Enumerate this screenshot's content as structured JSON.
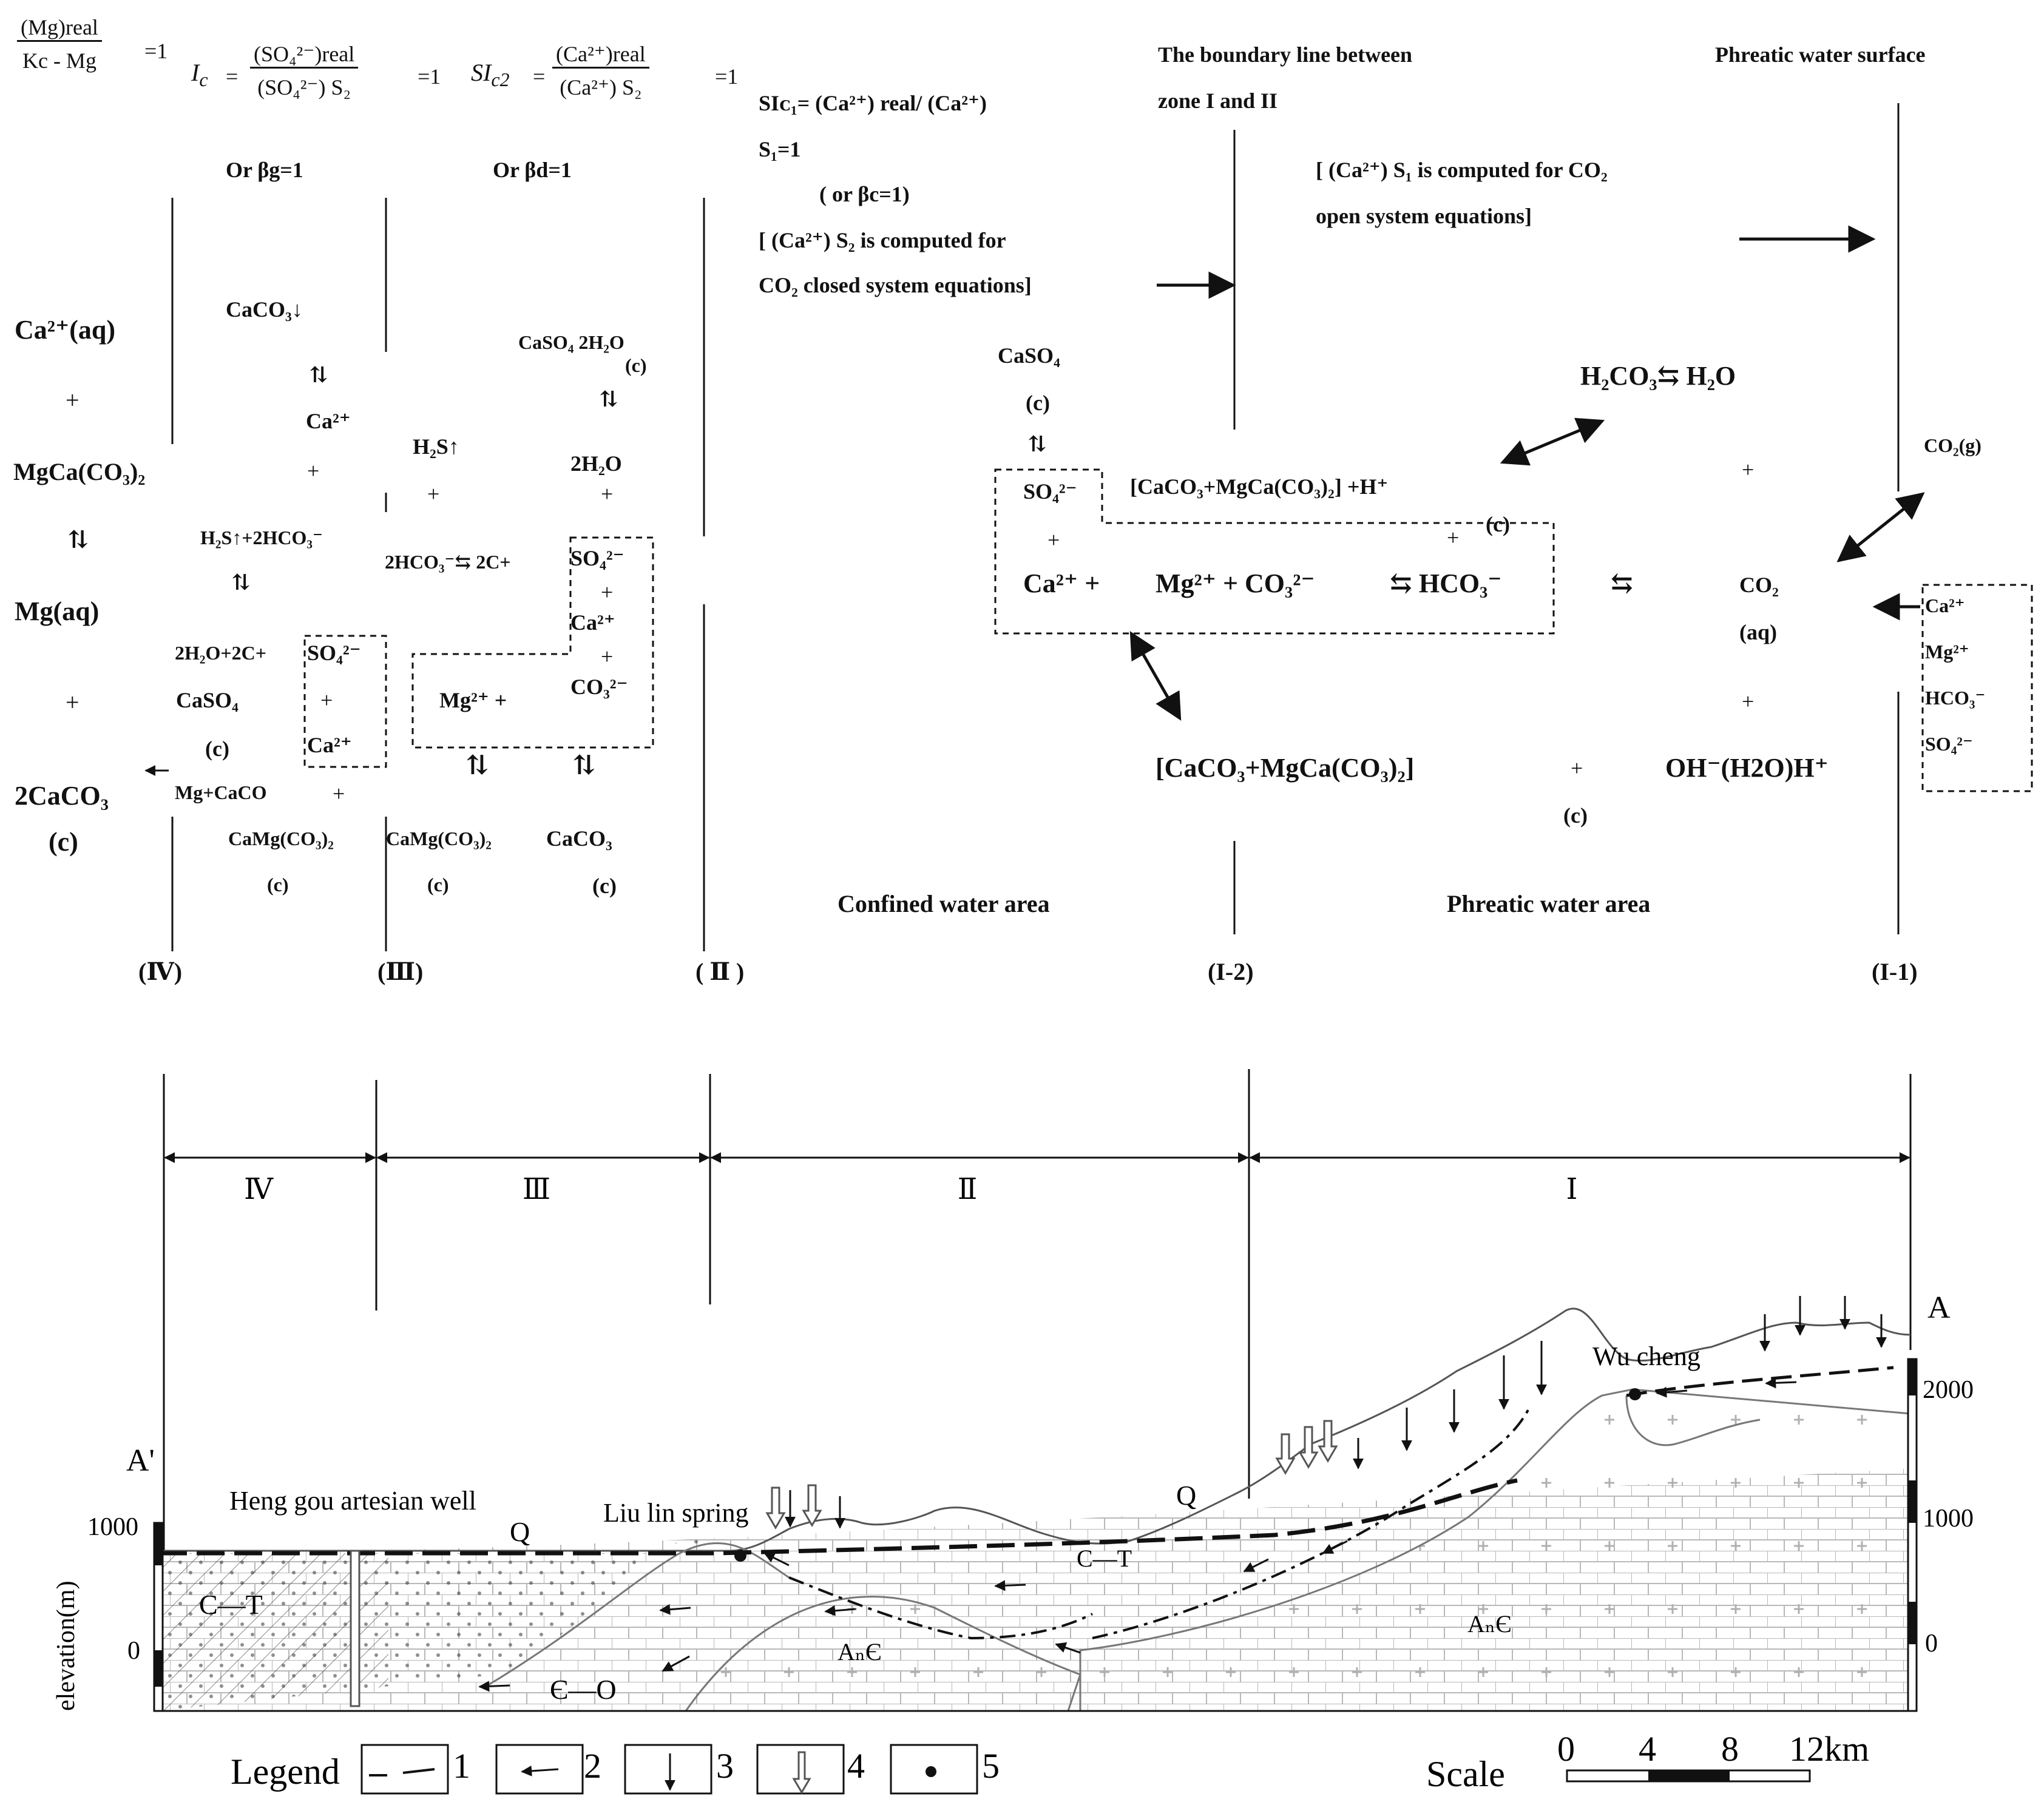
{
  "top": {
    "eq1_num": "(Mg)real",
    "eq1_den": "Kc - Mg",
    "eq1_eq": "=1",
    "eq2_lhs": "I",
    "eq2_lhs_sub": "c",
    "eq2_num": "(SO₄²⁻)real",
    "eq2_den": "(SO₄²⁻) S₂",
    "eq2_eq": "=1",
    "eq3_lhs": "SI",
    "eq3_lhs_sub": "c2",
    "eq3_num": "(Ca²⁺)real",
    "eq3_den": "(Ca²⁺) S₂",
    "eq3_eq": "=1",
    "eq_assign": "=",
    "sic1_line1": "SIᴄ₁= (Ca²⁺) real/ (Ca²⁺)",
    "sic1_line2": "S₁=1",
    "sic1_line3": "( or βc=1)",
    "sic1_line4": "[ (Ca²⁺) S₂ is computed for",
    "sic1_line5": "CO₂ closed system equations]",
    "boundary_line1": "The boundary line between",
    "boundary_line2": "zone I and II",
    "s1_line1": "[ (Ca²⁺) S₁ is computed for CO₂",
    "s1_line2": "open system equations]",
    "phreatic_surface": "Phreatic water surface",
    "or_bg": "Or βg=1",
    "or_bd": "Or βd=1",
    "zone4": {
      "ca_aq": "Ca²⁺(aq)",
      "plus1": "+",
      "mgca": "MgCa(CO₃)₂",
      "arrows1": "⇅",
      "mg_aq": "Mg(aq)",
      "plus2": "+",
      "caco3_2": "2CaCO₃",
      "c": "(c)"
    },
    "zone4b": {
      "caco3_down": "CaCO₃↓",
      "arrows1": "⇅",
      "ca2": "Ca²⁺",
      "plus1": "+",
      "h2s_hco3": "H₂S↑+2HCO₃⁻",
      "arrows2": "⇅",
      "h2o_c": "2H₂O+2C+",
      "so4": "SO₄²⁻",
      "caso4": "CaSO₄",
      "plus2": "+",
      "c1": "(c)",
      "ca2b": "Ca²⁺",
      "mg_caco": "Mg+CaCO",
      "plus3": "+",
      "camg": "CaMg(CO₃)₂",
      "c2": "(c)"
    },
    "zone3": {
      "h2s": "H₂S↑",
      "plus1": "+",
      "hco3": "2HCO₃⁻⇆ 2C+",
      "mg2": "Mg²⁺ +",
      "arrows": "⇅",
      "camg": "CaMg(CO₃)₂",
      "c": "(c)"
    },
    "zone3b": {
      "caso4_2h2o": "CaSO₄ 2H₂O",
      "c_small": "(c)",
      "arrows1": "⇅",
      "h2o2": "2H₂O",
      "plus1": "+",
      "so4": "SO₄²⁻",
      "plus2": "+",
      "ca2": "Ca²⁺",
      "plus3": "+",
      "co3": "CO₃²⁻",
      "arrows2": "⇅",
      "caco3": "CaCO₃",
      "c": "(c)"
    },
    "zone12": {
      "caso4": "CaSO₄",
      "c1": "(c)",
      "arrows": "⇅",
      "so4": "SO₄²⁻",
      "plus1": "+",
      "ca_line": "Ca²⁺ +",
      "mg_line": "Mg²⁺ + CO₃²⁻",
      "hco3": "⇆ HCO₃⁻",
      "caco3_h": "[CaCO₃+MgCa(CO₃)₂] +H⁺",
      "plus2": "+",
      "c2": "(c)",
      "h2co3": "H₂CO₃⇆ H₂O",
      "plus3": "+",
      "eq_arrows": "⇆",
      "co2": "CO₂",
      "aq": "(aq)",
      "plus4": "+",
      "co2g": "CO₂(g)",
      "caco3_c": "[CaCO₃+MgCa(CO₃)₂]",
      "plus5": "+",
      "c3": "(c)",
      "oh": "OH⁻(H2O)H⁺",
      "ions": [
        "Ca²⁺",
        "Mg²⁺",
        "HCO₃⁻",
        "SO₄²⁻"
      ]
    },
    "confined_area": "Confined water area",
    "phreatic_area": "Phreatic water area",
    "zone_labels": [
      "(Ⅳ)",
      "(Ⅲ)",
      "( Ⅱ )",
      "(I-2)",
      "(I-1)"
    ]
  },
  "section": {
    "zones": [
      "Ⅳ",
      "Ⅲ",
      "Ⅱ",
      "Ⅰ"
    ],
    "label_a_left": "A'",
    "label_a_right": "A",
    "heng_gou": "Heng gou artesian well",
    "liu_lin": "Liu lin spring",
    "wu_cheng": "Wu cheng",
    "q1": "Q",
    "q2": "Q",
    "c_t1": "C—T",
    "c_t2": "C—T",
    "e_o": "Є—O",
    "an1": "AₙЄ",
    "an2": "AₙЄ",
    "left_ticks": [
      "1000",
      "0"
    ],
    "right_ticks": [
      "2000",
      "1000",
      "0"
    ],
    "ylabel": "elevation(m)"
  },
  "legend": {
    "title": "Legend",
    "items": [
      "1",
      "2",
      "3",
      "4",
      "5"
    ]
  },
  "scale": {
    "title": "Scale",
    "ticks": [
      "0",
      "4",
      "8",
      "12km"
    ]
  }
}
